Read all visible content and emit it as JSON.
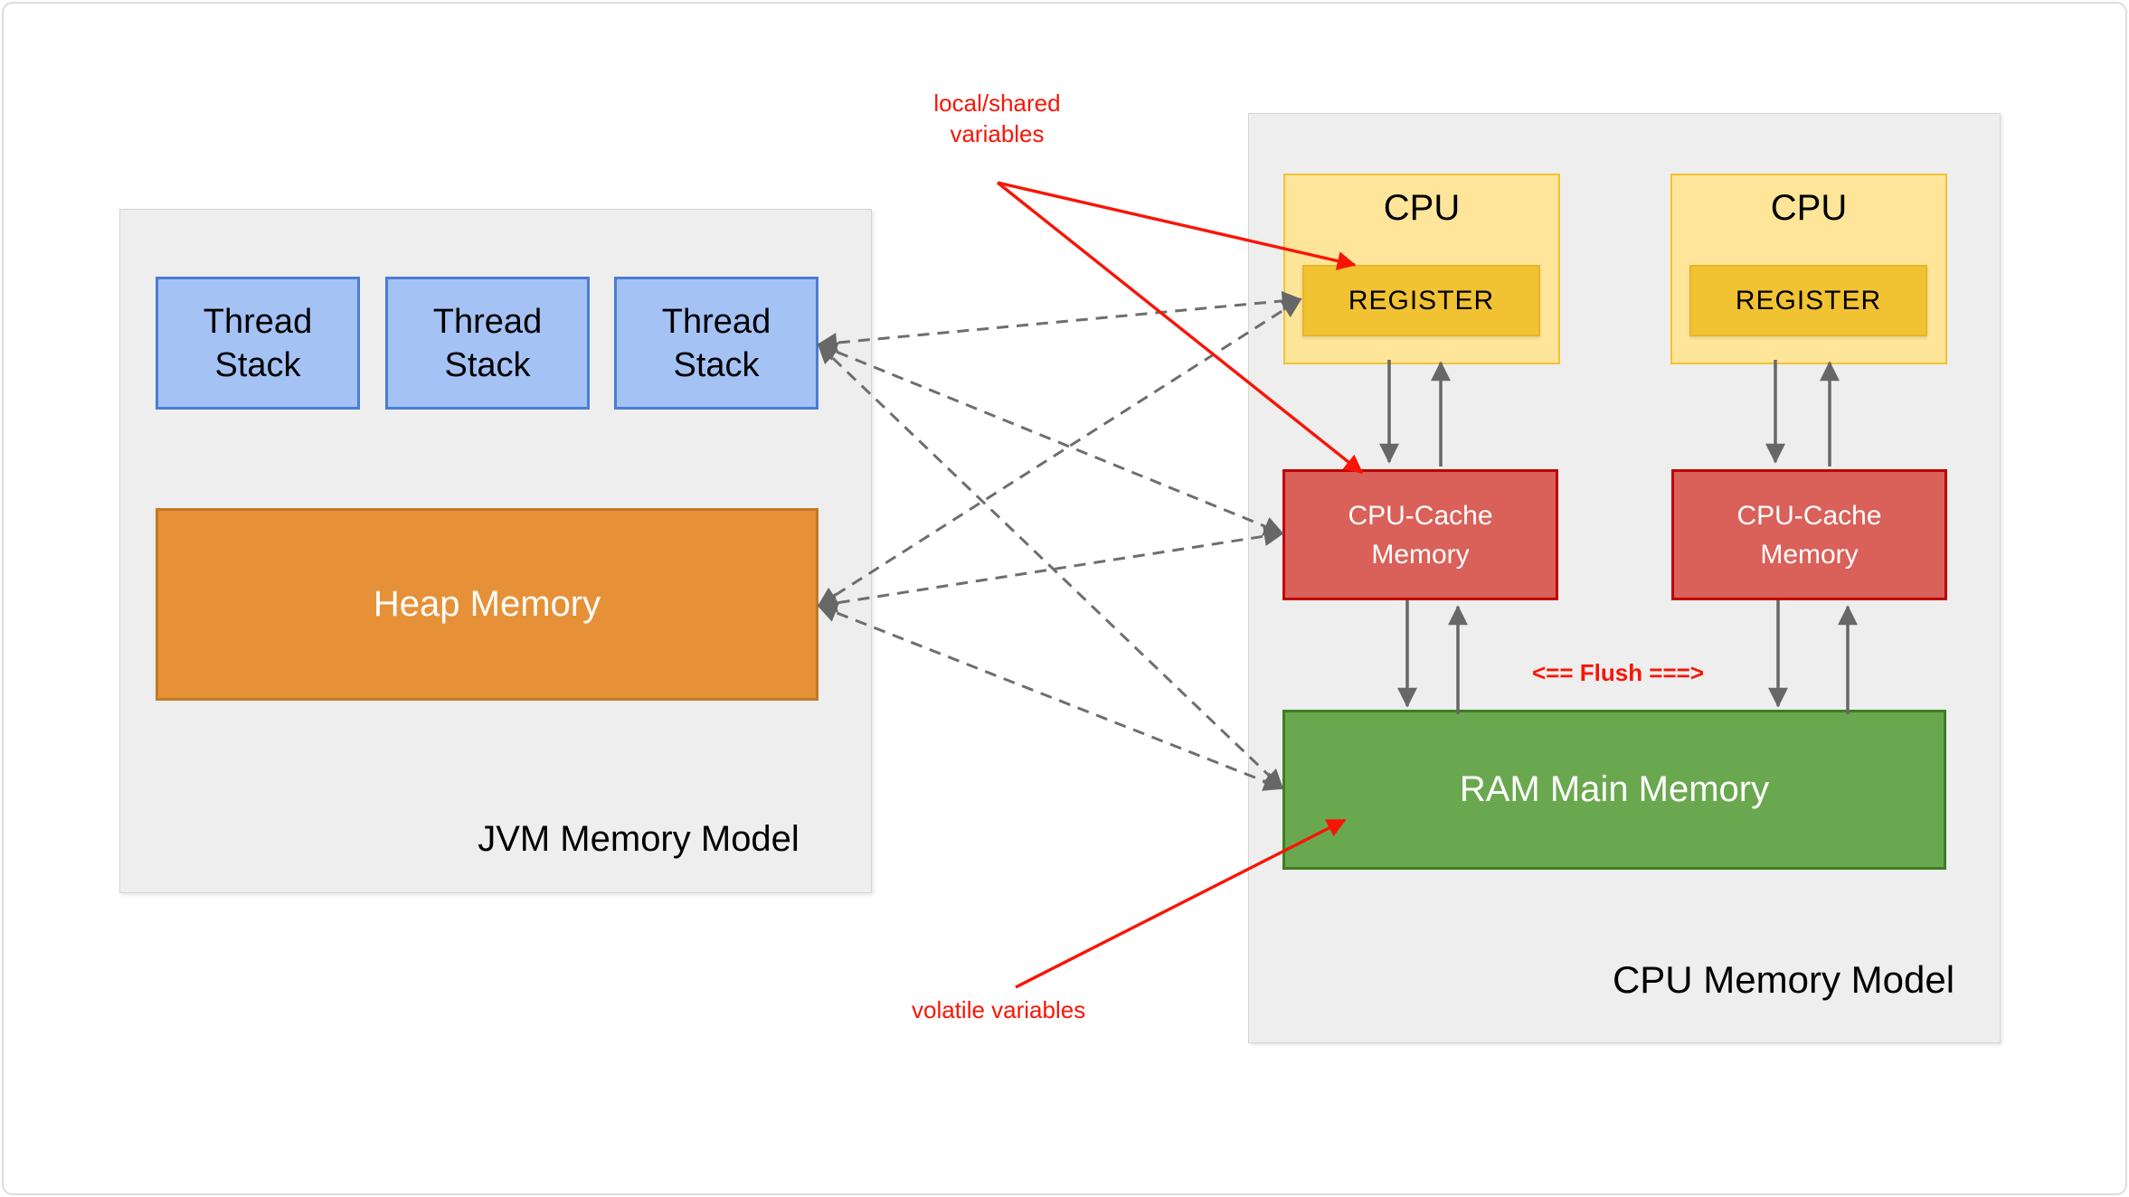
{
  "jvm_model": {
    "title": "JVM Memory Model",
    "thread_stacks": [
      {
        "label": "Thread Stack"
      },
      {
        "label": "Thread Stack"
      },
      {
        "label": "Thread Stack"
      }
    ],
    "heap": {
      "label": "Heap Memory"
    }
  },
  "cpu_model": {
    "title": "CPU Memory Model",
    "cpus": [
      {
        "label": "CPU",
        "register_label": "REGISTER"
      },
      {
        "label": "CPU",
        "register_label": "REGISTER"
      }
    ],
    "caches": [
      {
        "label": "CPU-Cache Memory"
      },
      {
        "label": "CPU-Cache Memory"
      }
    ],
    "ram": {
      "label": "RAM Main Memory"
    },
    "flush_label": "<== Flush ===>"
  },
  "annotations": {
    "local_shared": {
      "label": "local/shared variables"
    },
    "volatile": {
      "label": "volatile variables"
    }
  },
  "colors": {
    "panel_fill": "#eeeeee",
    "thread_stack_fill": "#a4c2f4",
    "thread_stack_border": "#4a7dd3",
    "heap_fill": "#e69138",
    "cpu_fill": "#ffe599",
    "register_fill": "#f1c232",
    "cache_fill": "#d96159",
    "cache_border": "#c00000",
    "ram_fill": "#6aa84f",
    "annotation_red": "#f81505",
    "arrow_gray": "#676767"
  }
}
